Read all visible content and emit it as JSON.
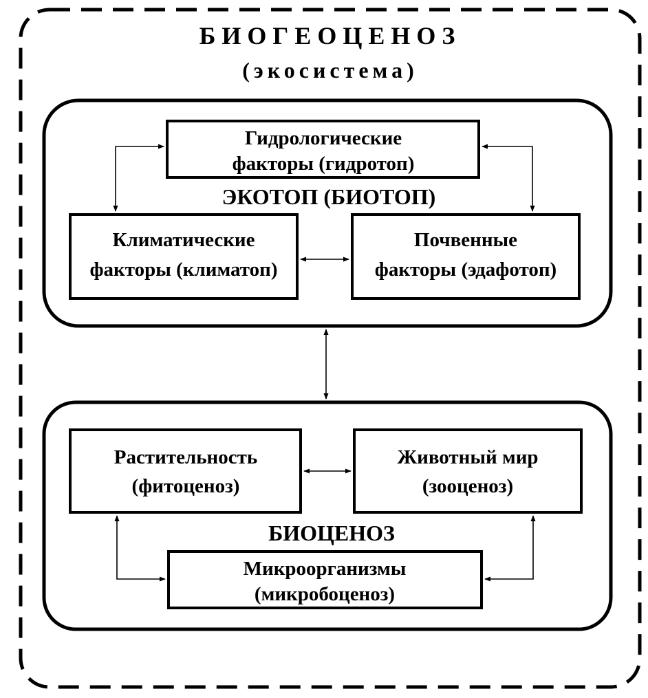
{
  "title": "БИОГЕОЦЕНОЗ",
  "subtitle": "(экосистема)",
  "ecotope": {
    "label": "ЭКОТОП (БИОТОП)",
    "hydro": {
      "line1": "Гидрологические",
      "line2": "факторы (гидротоп)"
    },
    "climate": {
      "line1": "Климатические",
      "line2": "факторы (климатоп)"
    },
    "soil": {
      "line1": "Почвенные",
      "line2": "факторы (эдафотоп)"
    }
  },
  "biocenosis": {
    "label": "БИОЦЕНОЗ",
    "plants": {
      "line1": "Растительность",
      "line2": "(фитоценоз)"
    },
    "animals": {
      "line1": "Животный мир",
      "line2": "(зооценоз)"
    },
    "microbes": {
      "line1": "Микроорганизмы",
      "line2": "(микробоценоз)"
    }
  },
  "colors": {
    "ink": "#000000",
    "paper": "#ffffff"
  }
}
